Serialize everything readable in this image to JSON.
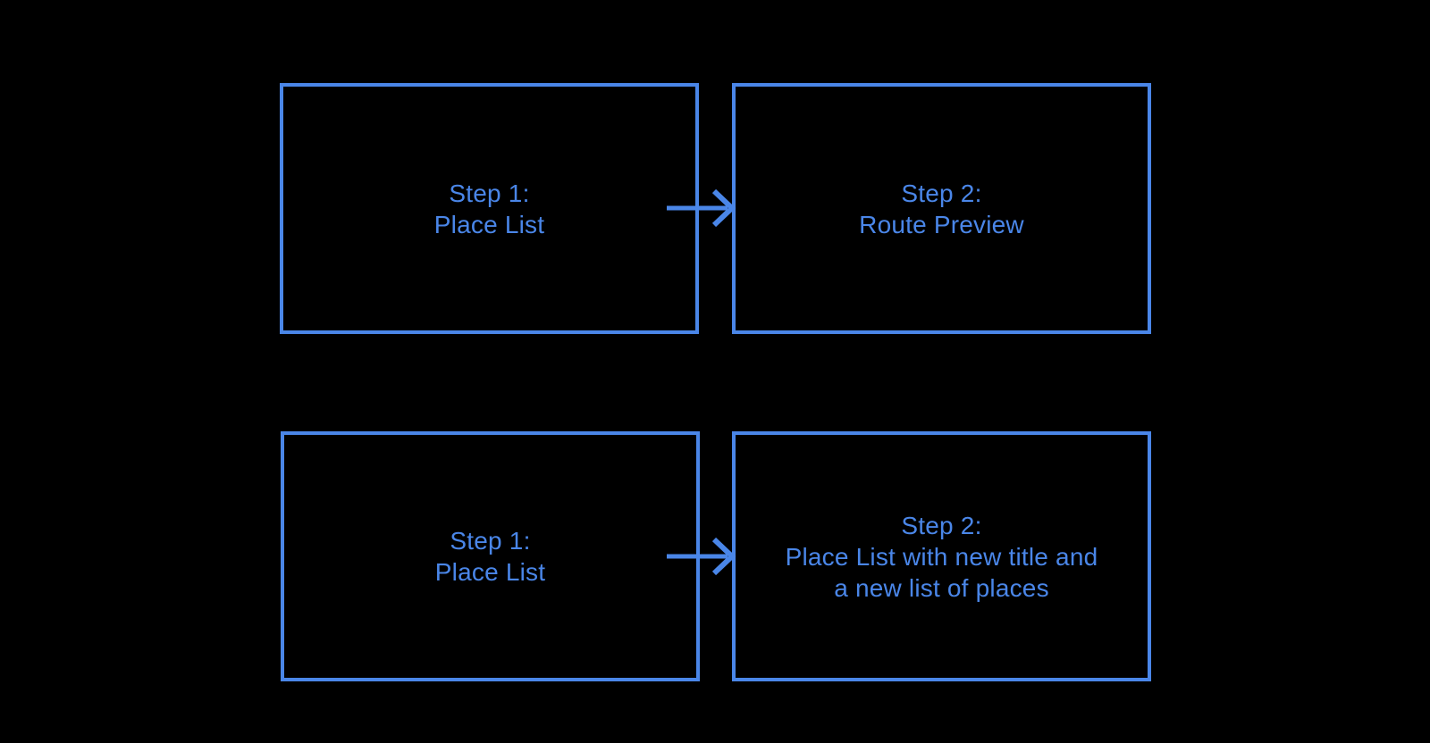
{
  "colors": {
    "background": "#000000",
    "accent": "#4A86E8"
  },
  "diagram": {
    "boxes": [
      {
        "name": "flow1-step1",
        "lines": [
          "Step 1:",
          "Place List"
        ]
      },
      {
        "name": "flow1-step2",
        "lines": [
          "Step 2:",
          "Route Preview"
        ]
      },
      {
        "name": "flow2-step1",
        "lines": [
          "Step 1:",
          "Place List"
        ]
      },
      {
        "name": "flow2-step2",
        "lines": [
          "Step 2:",
          "Place List with new title and",
          "a new list of places"
        ]
      }
    ],
    "arrows": [
      {
        "name": "flow1-arrow",
        "icon": "arrow-right-icon"
      },
      {
        "name": "flow2-arrow",
        "icon": "arrow-right-icon"
      }
    ]
  }
}
